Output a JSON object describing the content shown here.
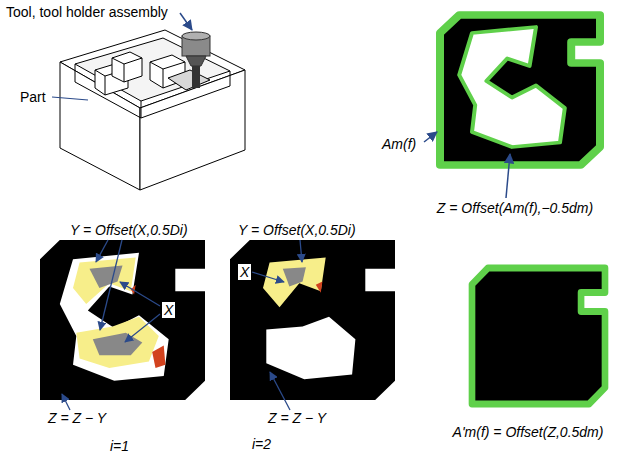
{
  "diagram": {
    "labels": [
      "Tool, tool holder assembly",
      "Part",
      "Am(f)",
      "Z = Offset(Am(f),−0.5dm)",
      "Y = Offset(X,0.5Di)",
      "X",
      "Z = Z − Y",
      "i=1",
      "Y = Offset(X,0.5Di)",
      "X",
      "Z = Z − Y",
      "i=2",
      "A'm(f) = Offset(Z,0.5dm)"
    ]
  }
}
